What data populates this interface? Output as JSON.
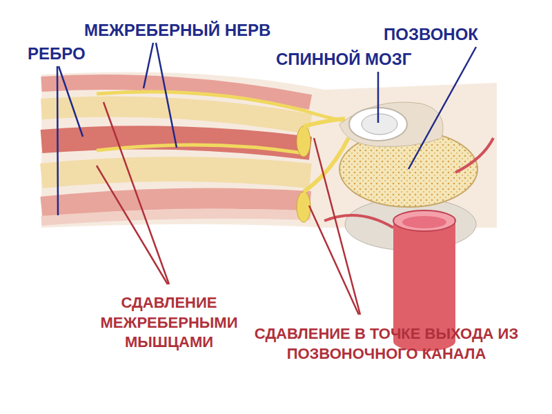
{
  "diagram": {
    "labels": [
      "МЕЖРЕБЕРНЫЙ НЕРВ",
      "ПОЗВОНОК",
      "РЕБРО",
      "СПИННОЙ МОЗГ",
      "СДАВЛЕНИЕ МЕЖРЕБЕРНЫМИ МЫШЦАМИ",
      "СДАВЛЕНИЕ В ТОЧКЕ ВЫХОДА ИЗ ПОЗВОНОЧНОГО КАНАЛА"
    ]
  }
}
